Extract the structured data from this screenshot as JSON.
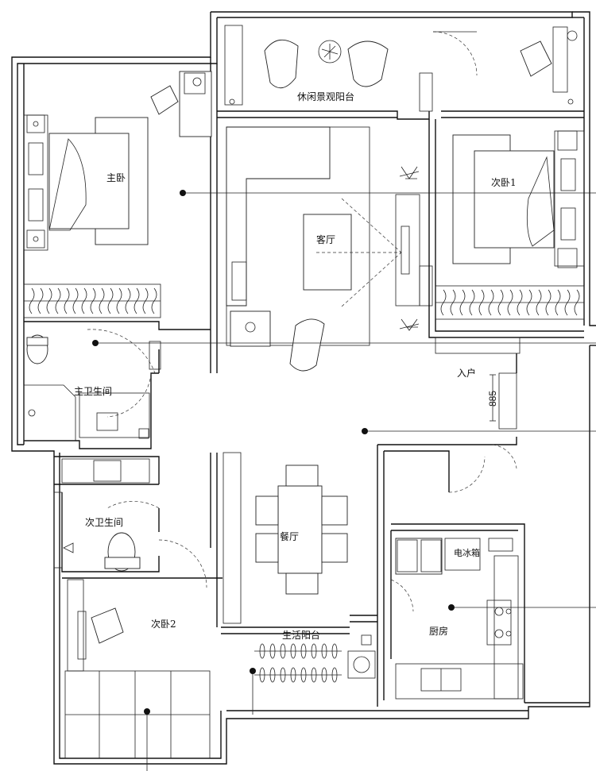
{
  "rooms": {
    "balcony_leisure": "休闲景观阳台",
    "master_bedroom": "主卧",
    "living_room": "客厅",
    "bedroom_1": "次卧1",
    "master_bathroom": "主卫生间",
    "entrance": "入户",
    "dining_room": "餐厅",
    "second_bathroom": "次卫生间",
    "bedroom_2": "次卧2",
    "utility_balcony": "生活阳台",
    "kitchen": "厨房",
    "fridge": "电冰箱"
  },
  "dimensions": {
    "entry_width": "885"
  }
}
